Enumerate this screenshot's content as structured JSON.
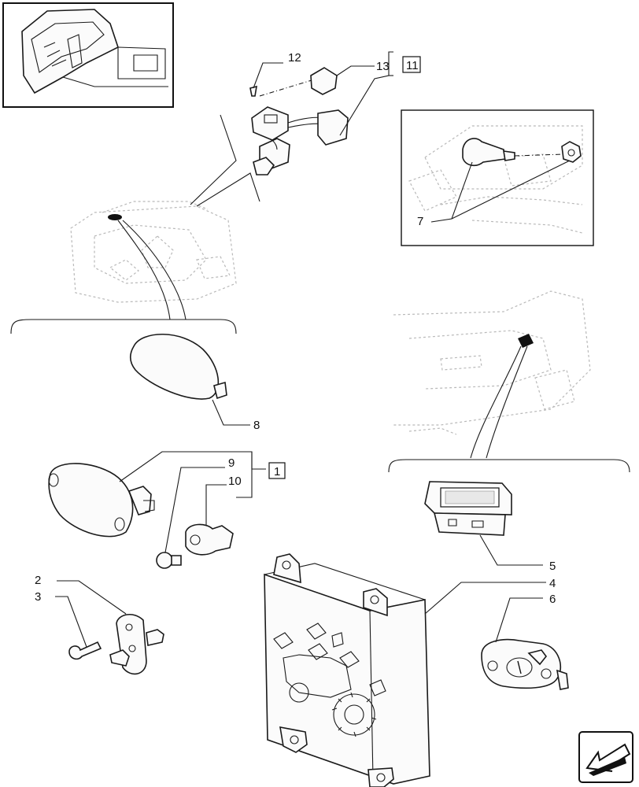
{
  "callouts": {
    "c1": "1",
    "c2": "2",
    "c3": "3",
    "c4": "4",
    "c5": "5",
    "c6": "6",
    "c7": "7",
    "c8": "8",
    "c9": "9",
    "c10": "10",
    "c11": "11",
    "c12": "12",
    "c13": "13"
  },
  "icons": {
    "nav": "arrow-left-down-icon"
  }
}
